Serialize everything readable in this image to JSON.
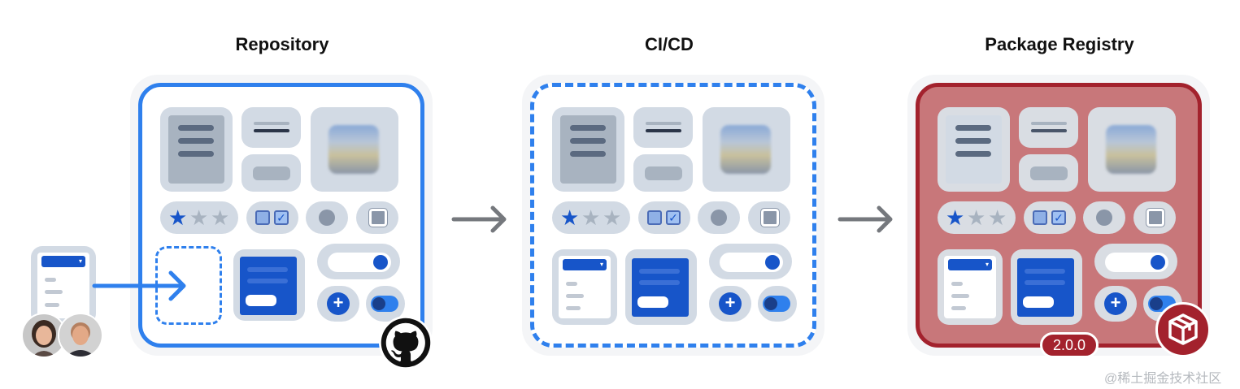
{
  "stages": [
    {
      "title": "Repository"
    },
    {
      "title": "CI/CD"
    },
    {
      "title": "Package Registry"
    }
  ],
  "icons": {
    "flow_arrow": "arrow-right-icon",
    "github": "github-icon",
    "package": "package-icon",
    "plus": "plus-icon",
    "check": "check-icon",
    "star": "star-icon",
    "chevron": "chevron-down-icon"
  },
  "glyphs": {
    "star": "★",
    "check": "✓",
    "plus": "+",
    "chevron": "▾"
  },
  "rating": {
    "filled": 1,
    "total": 3
  },
  "registry": {
    "version": "2.0.0"
  },
  "watermark": "@稀土掘金技术社区",
  "colors": {
    "accent_blue": "#2f80ed",
    "widget_blue": "#1755c9",
    "registry_red": "#a3222d",
    "registry_fill": "#c8777a",
    "arrow_gray": "#75787d",
    "tile_gray": "#d2dae4"
  }
}
